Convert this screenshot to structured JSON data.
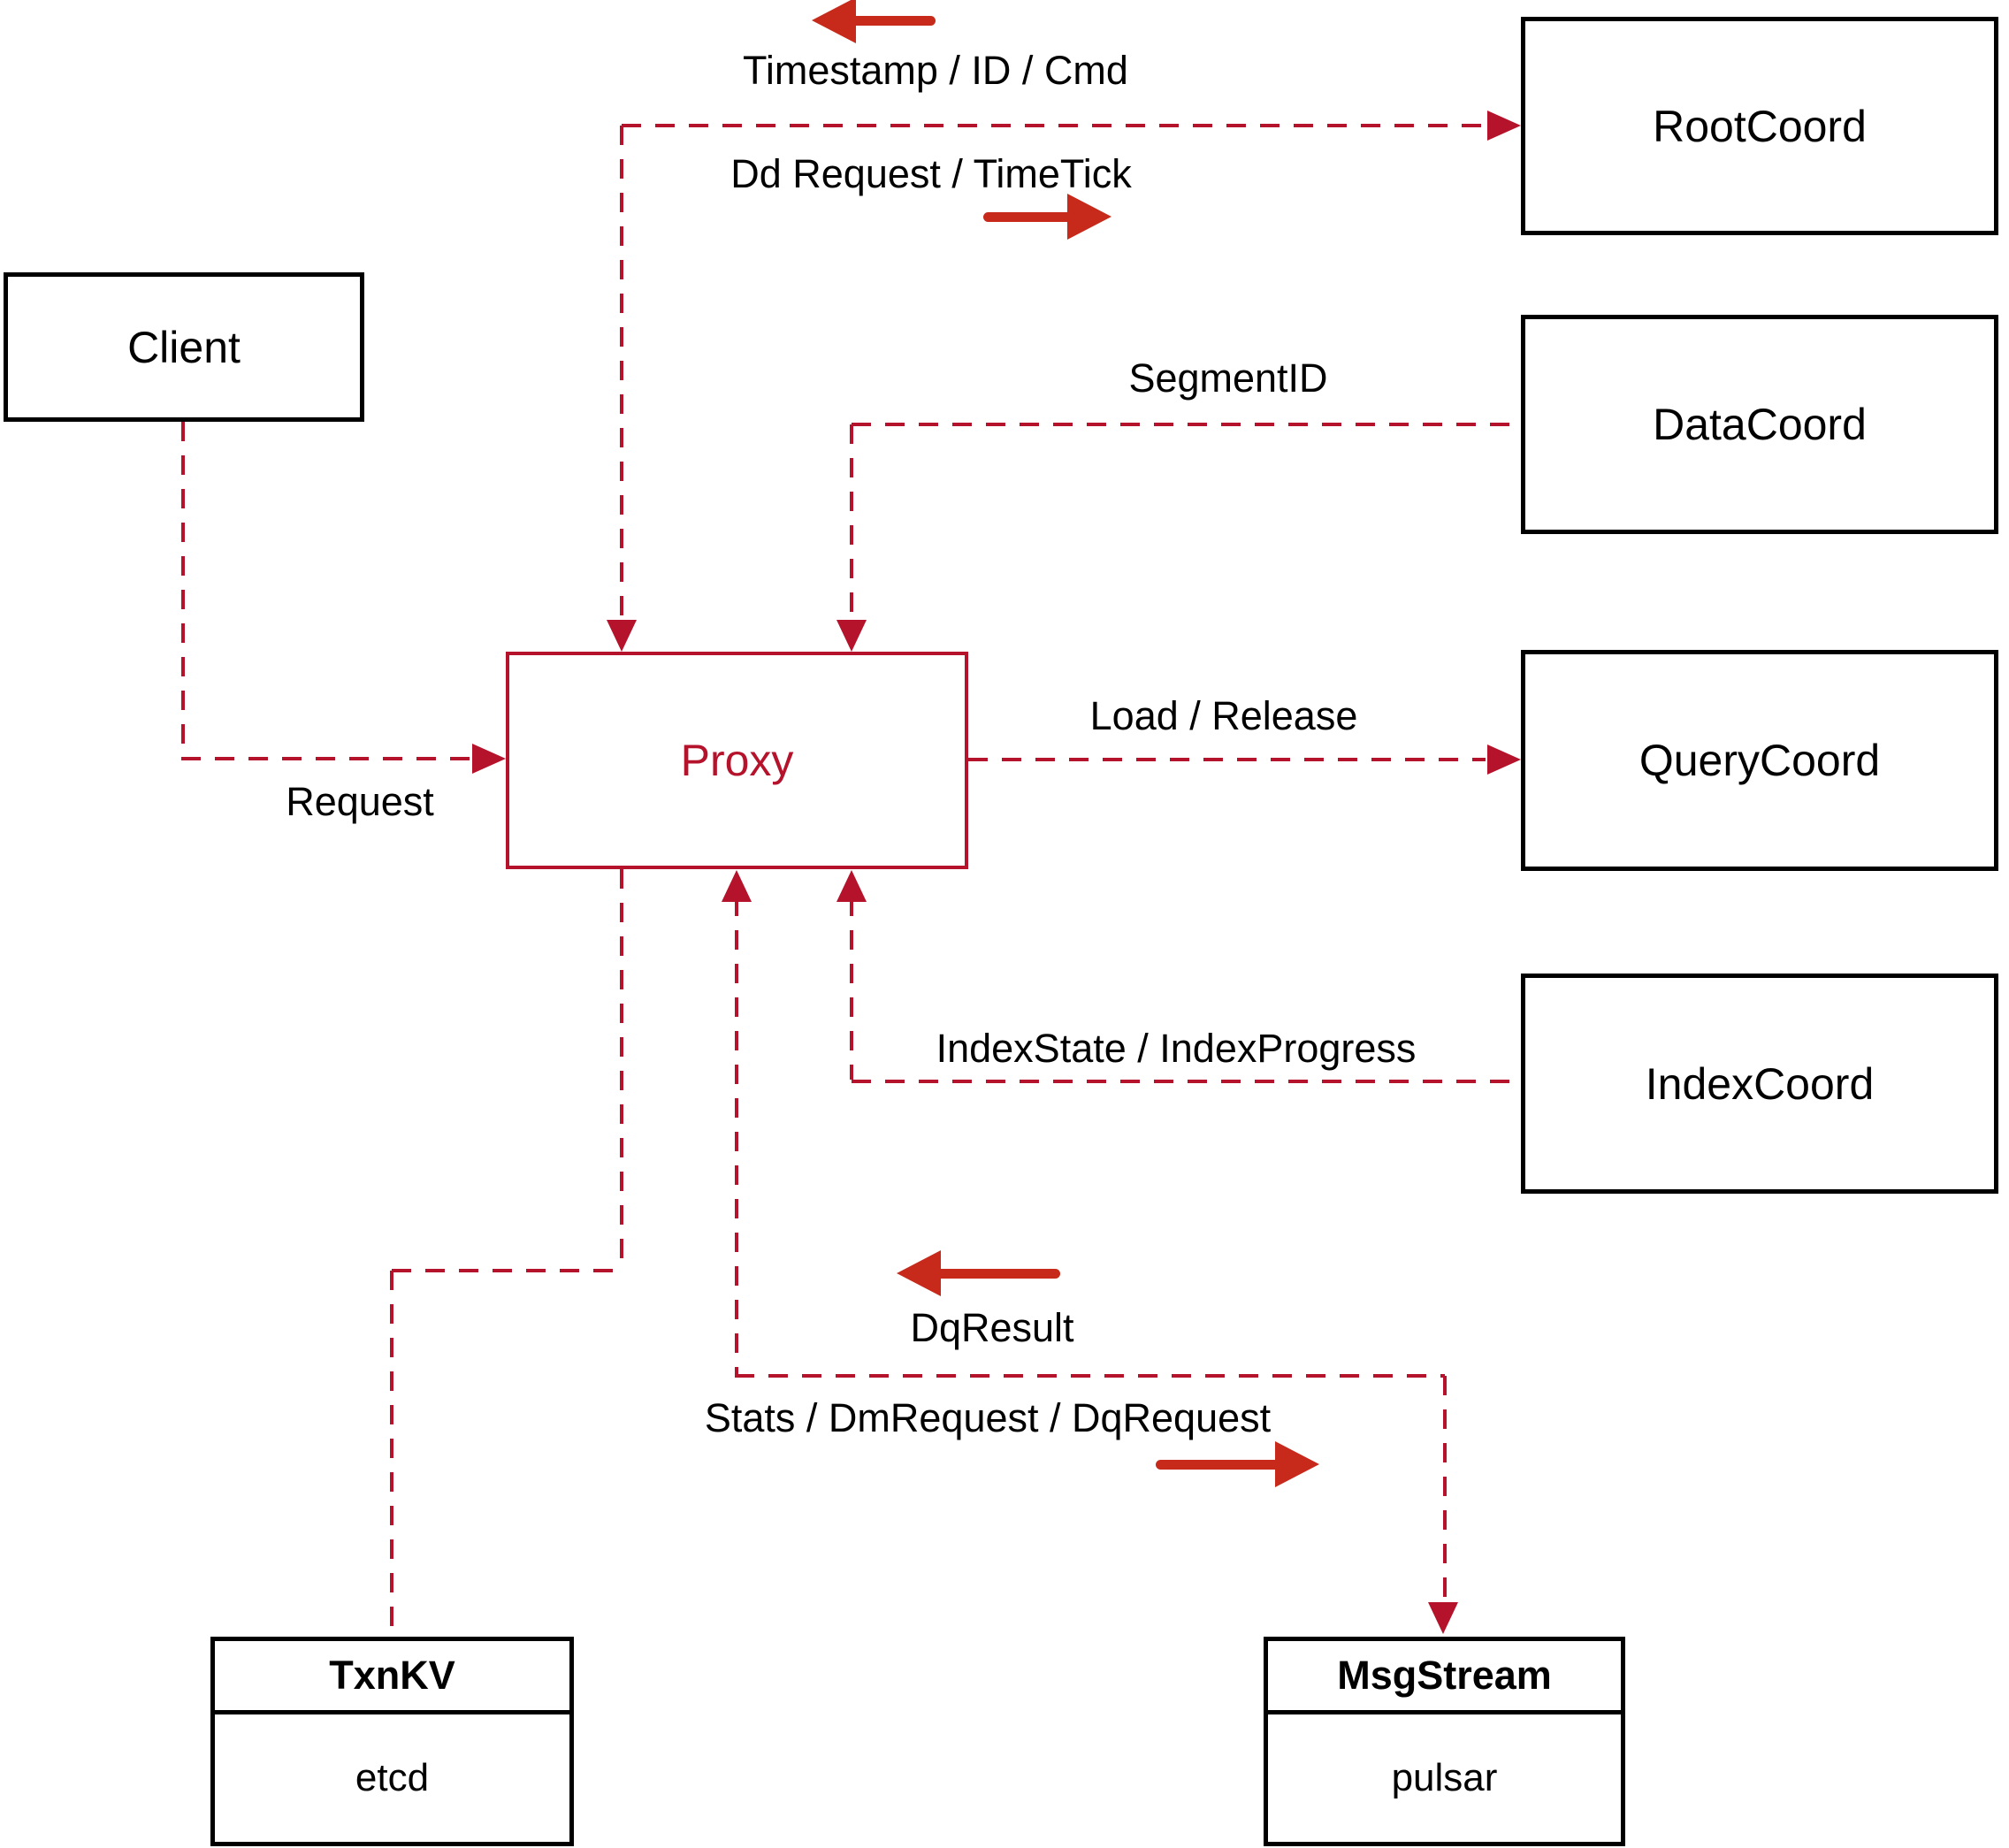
{
  "diagram": {
    "nodes": {
      "client": {
        "label": "Client"
      },
      "proxy": {
        "label": "Proxy"
      },
      "rootcoord": {
        "label": "RootCoord"
      },
      "datacoord": {
        "label": "DataCoord"
      },
      "querycoord": {
        "label": "QueryCoord"
      },
      "indexcoord": {
        "label": "IndexCoord"
      },
      "txnkv": {
        "title": "TxnKV",
        "subtitle": "etcd"
      },
      "msgstream": {
        "title": "MsgStream",
        "subtitle": "pulsar"
      }
    },
    "edges": {
      "timestamp": {
        "label": "Timestamp / ID / Cmd"
      },
      "dd_request": {
        "label": "Dd Request / TimeTick"
      },
      "segment_id": {
        "label": "SegmentID"
      },
      "request": {
        "label": "Request"
      },
      "load_release": {
        "label": "Load / Release"
      },
      "index_state": {
        "label": "IndexState / IndexProgress"
      },
      "dq_result": {
        "label": "DqResult"
      },
      "stats": {
        "label": "Stats / DmRequest / DqRequest"
      }
    },
    "colors": {
      "dashed": "#b5122b",
      "solid_arrow": "#c7291a",
      "box_border": "#000000",
      "proxy": "#b5122b"
    }
  }
}
